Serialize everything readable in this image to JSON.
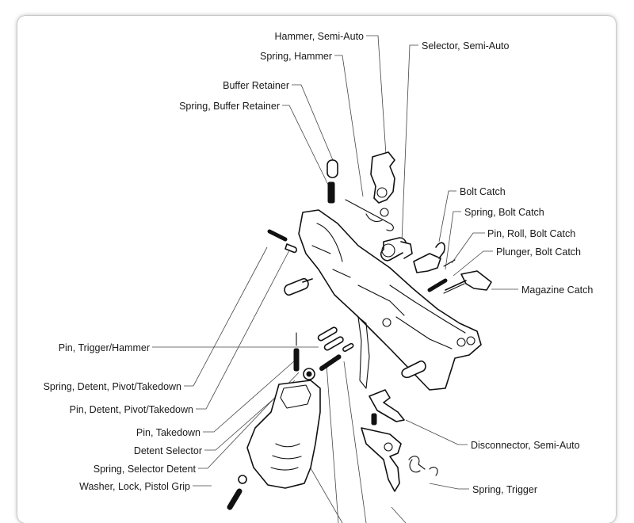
{
  "callouts": [
    {
      "id": "hammer",
      "label": "Hammer, Semi-Auto"
    },
    {
      "id": "selector",
      "label": "Selector, Semi-Auto"
    },
    {
      "id": "spring-hammer",
      "label": "Spring, Hammer"
    },
    {
      "id": "buffer-retainer",
      "label": "Buffer Retainer"
    },
    {
      "id": "spring-buffer-retainer",
      "label": "Spring, Buffer Retainer"
    },
    {
      "id": "bolt-catch",
      "label": "Bolt Catch"
    },
    {
      "id": "spring-bolt-catch",
      "label": "Spring, Bolt Catch"
    },
    {
      "id": "pin-roll-bolt-catch",
      "label": "Pin, Roll, Bolt Catch"
    },
    {
      "id": "plunger-bolt-catch",
      "label": "Plunger, Bolt Catch"
    },
    {
      "id": "magazine-catch",
      "label": "Magazine Catch"
    },
    {
      "id": "pin-trigger-hammer",
      "label": "Pin, Trigger/Hammer"
    },
    {
      "id": "spring-detent-pivot",
      "label": "Spring, Detent, Pivot/Takedown"
    },
    {
      "id": "pin-detent-pivot",
      "label": "Pin, Detent, Pivot/Takedown"
    },
    {
      "id": "pin-takedown",
      "label": "Pin, Takedown"
    },
    {
      "id": "detent-selector",
      "label": "Detent Selector"
    },
    {
      "id": "spring-selector-detent",
      "label": "Spring, Selector Detent"
    },
    {
      "id": "washer-lock-grip",
      "label": "Washer, Lock, Pistol Grip"
    },
    {
      "id": "disconnector",
      "label": "Disconnector, Semi-Auto"
    },
    {
      "id": "spring-trigger",
      "label": "Spring, Trigger"
    }
  ]
}
